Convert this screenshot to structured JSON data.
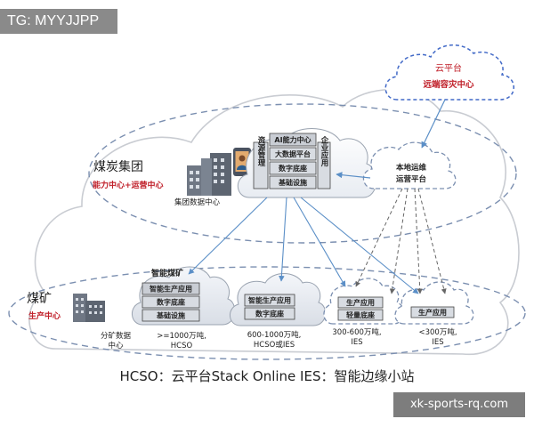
{
  "watermark_top": "TG: MYYJJPP",
  "watermark_bottom": "xk-sports-rq.com",
  "cloud_platform": {
    "title": "云平台",
    "subtitle": "远端容灾中心"
  },
  "group": {
    "title": "煤炭集团",
    "subtitle": "能力中心+运营中心",
    "datacenter_label": "集团数据中心",
    "stack": {
      "left_label": "资源管理",
      "right_label": "企业应用",
      "items": [
        "AI能力中心",
        "大数据平台",
        "数字底座",
        "基础设施"
      ]
    },
    "local_ops": {
      "line1": "本地运维",
      "line2": "运营平台"
    }
  },
  "mine": {
    "title": "煤矿",
    "subtitle": "生产中心",
    "building_caption_line1": "分矿数据",
    "building_caption_line2": "中心",
    "smart_mine": {
      "title": "智能煤矿",
      "items": [
        "智能生产应用",
        "数字底座",
        "基础设施"
      ],
      "caption_line1": ">=1000万吨,",
      "caption_line2": "HCSO"
    },
    "site2": {
      "items": [
        "智能生产应用",
        "数字底座"
      ],
      "caption_line1": "600-1000万吨,",
      "caption_line2": "HCSO或IES"
    },
    "site3": {
      "items": [
        "生产应用",
        "轻量底座"
      ],
      "caption_line1": "300-600万吨,",
      "caption_line2": "IES"
    },
    "site4": {
      "items": [
        "生产应用"
      ],
      "caption_line1": "<300万吨,",
      "caption_line2": "IES"
    }
  },
  "legend": "HCSO：云平台Stack Online    IES：智能边缘小站"
}
